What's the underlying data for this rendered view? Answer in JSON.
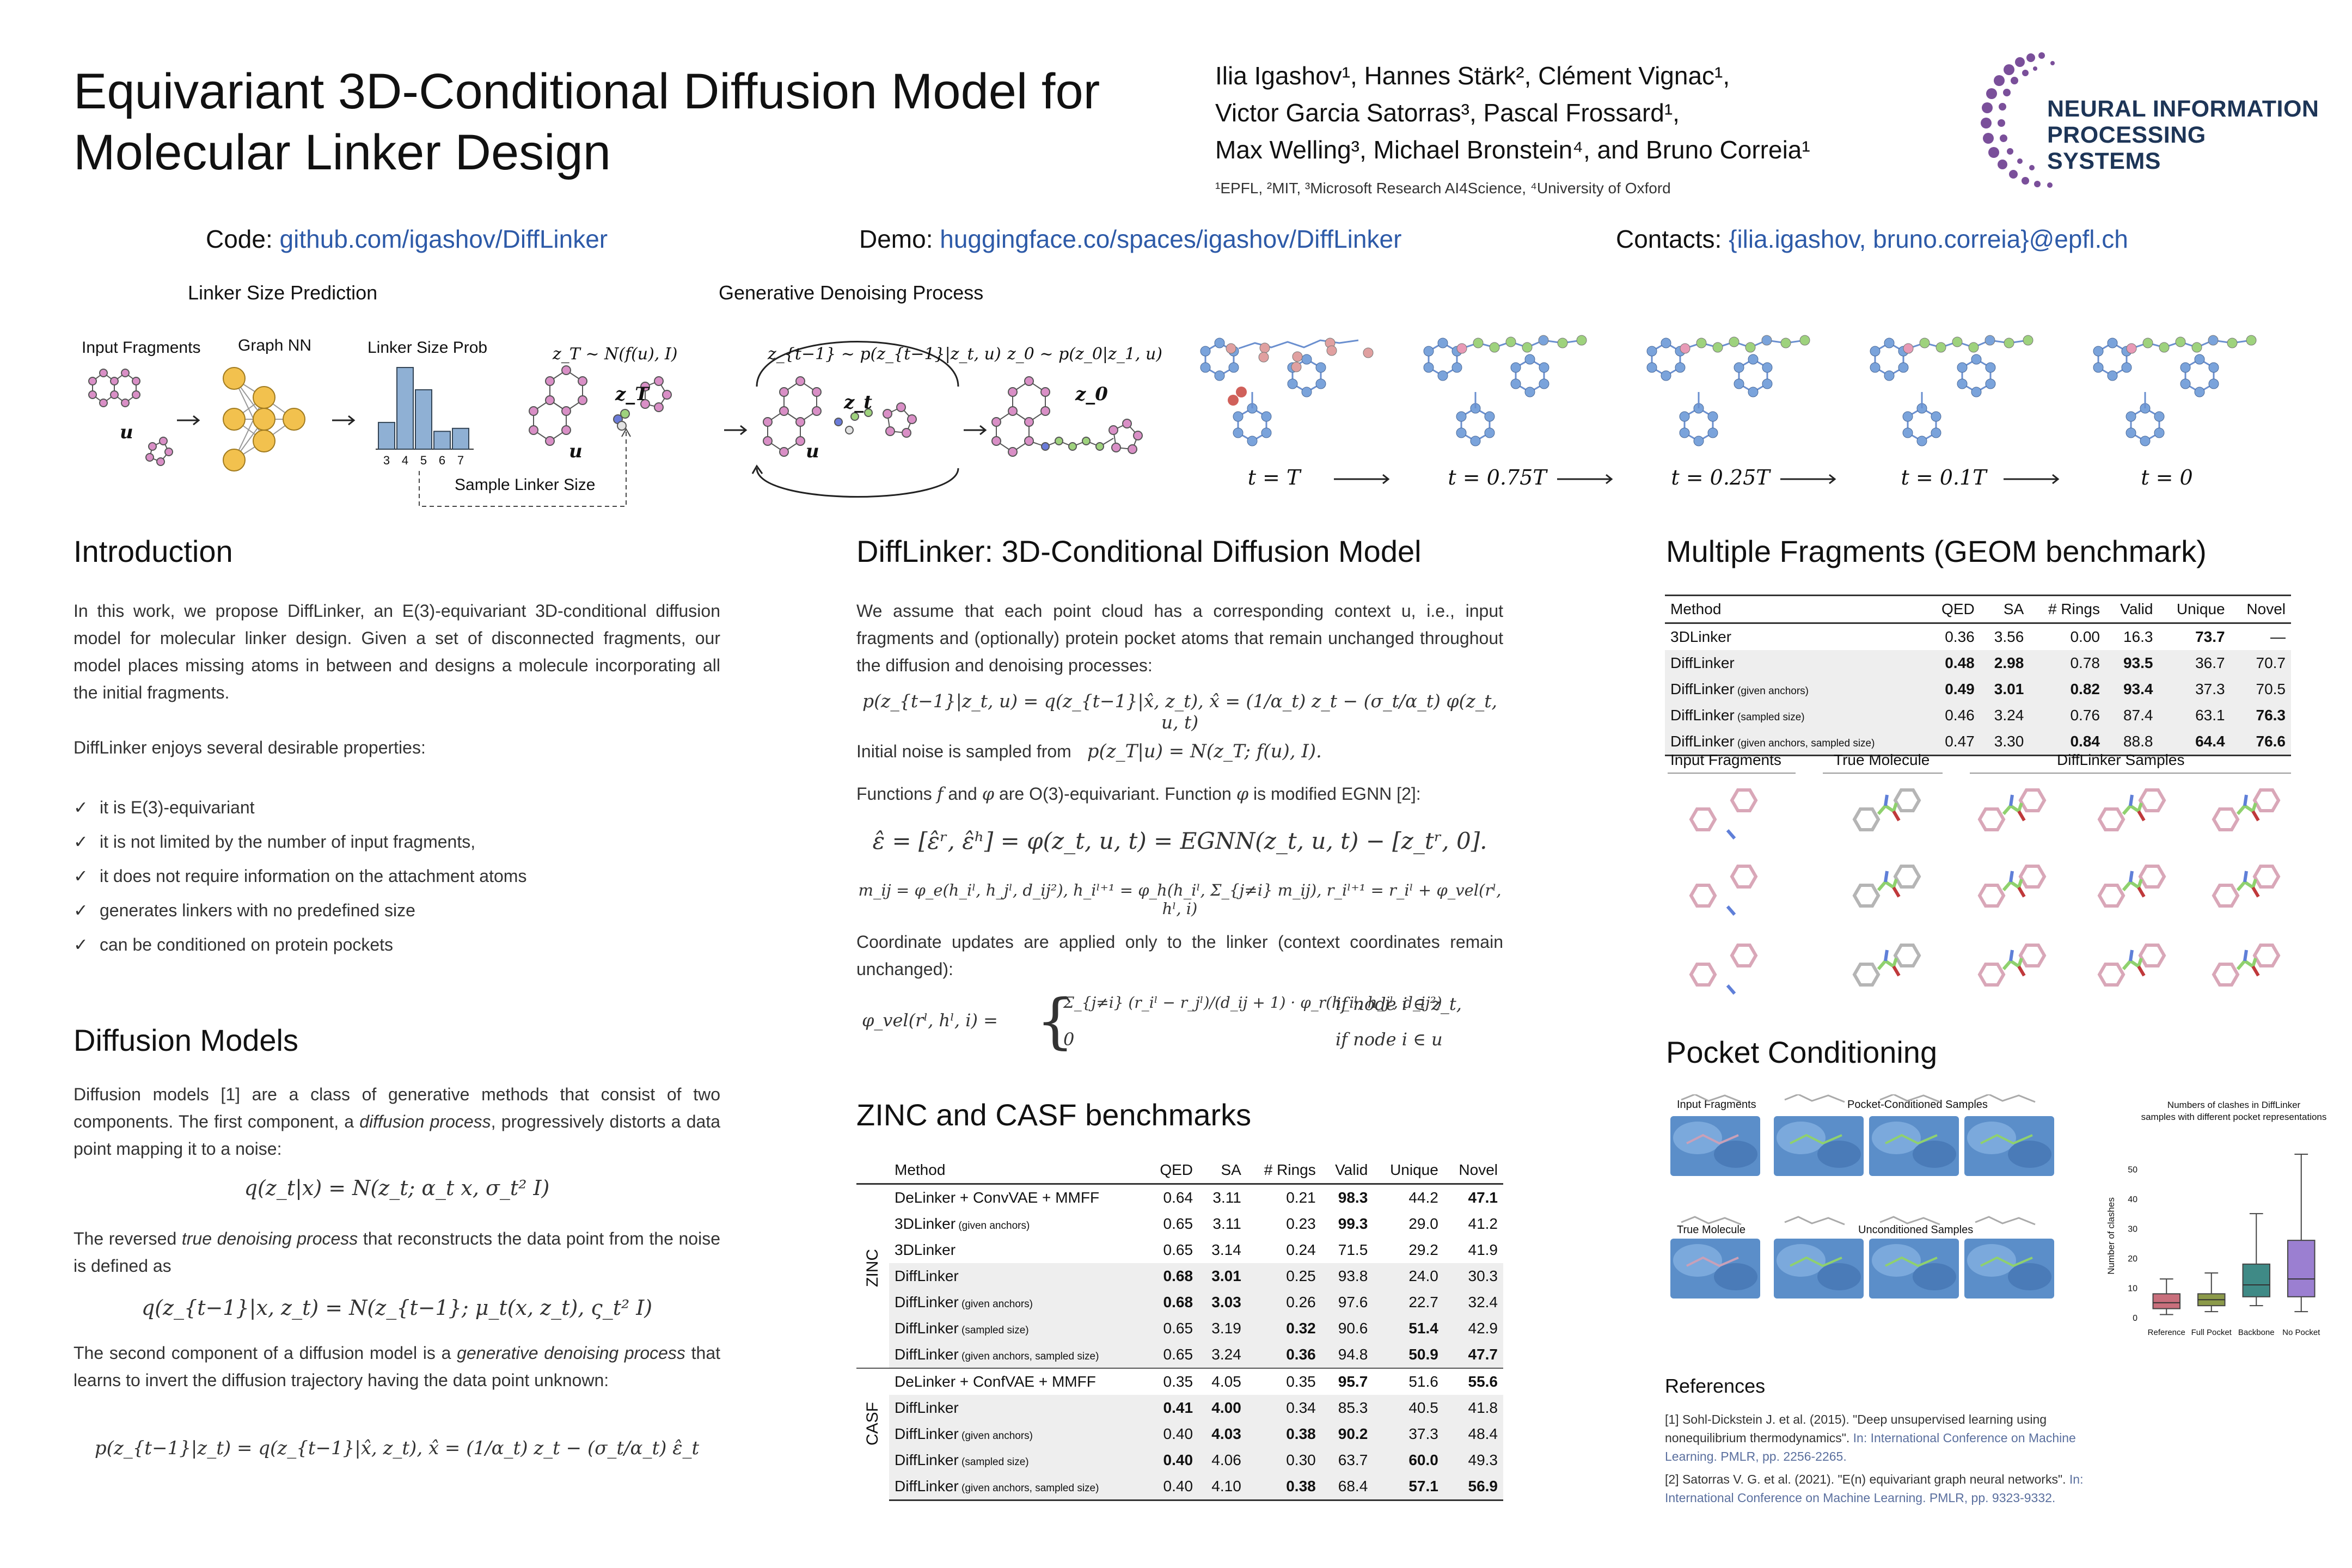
{
  "header": {
    "title_line1": "Equivariant 3D-Conditional Diffusion Model for",
    "title_line2": "Molecular Linker Design",
    "authors_line1": "Ilia Igashov¹, Hannes Stärk², Clément Vignac¹,",
    "authors_line2": "Victor Garcia Satorras³, Pascal Frossard¹,",
    "authors_line3": "Max Welling³, Michael Bronstein⁴, and Bruno Correia¹",
    "affiliations": "¹EPFL, ²MIT, ³Microsoft Research AI4Science, ⁴University of Oxford",
    "logo_line1": "NEURAL INFORMATION",
    "logo_line2": "PROCESSING SYSTEMS"
  },
  "links": {
    "code_label": "Code: ",
    "code_url": "github.com/igashov/DiffLinker",
    "demo_label": "Demo: ",
    "demo_url": "huggingface.co/spaces/igashov/DiffLinker",
    "contacts_label": "Contacts: ",
    "contacts_value": "{ilia.igashov, bruno.correia}@epfl.ch"
  },
  "overview_figure": {
    "size_prediction_title": "Linker Size Prediction",
    "denoising_title": "Generative Denoising Process",
    "input_fragments": "Input Fragments",
    "graph_nn": "Graph NN",
    "linker_size_prob": "Linker Size Prob",
    "sample_linker_size": "Sample Linker Size",
    "histogram_ticks": [
      "3",
      "4",
      "5",
      "6",
      "7"
    ],
    "histogram_values": [
      0.18,
      0.55,
      0.4,
      0.12,
      0.14
    ],
    "eq_zT": "z_T ~ N(f(u), I)",
    "eq_zt1": "z_{t−1} ~ p(z_{t−1}|z_t, u)",
    "eq_z0": "z_0 ~ p(z_0|z_1, u)",
    "lbl_u": "u",
    "lbl_zT": "z_T",
    "lbl_zt": "z_t",
    "lbl_z0": "z_0",
    "timesteps": [
      "t = T",
      "t = 0.75T",
      "t = 0.25T",
      "t = 0.1T",
      "t = 0"
    ]
  },
  "intro": {
    "heading": "Introduction",
    "p1": "In this work, we propose DiffLinker, an E(3)-equivariant 3D-conditional diffusion model for molecular linker design. Given a set of disconnected fragments, our model places missing atoms in between and designs a molecule incorporating all the initial fragments.",
    "p2": "DiffLinker enjoys several desirable properties:",
    "check_mark": "✓",
    "items": [
      "it is E(3)-equivariant",
      "it is not limited by the number of input fragments,",
      "it does not require information on the attachment atoms",
      "generates linkers with no predefined size",
      "can be conditioned on protein pockets"
    ]
  },
  "diffusion": {
    "heading": "Diffusion Models",
    "p1a": "Diffusion models [1] are a class of generative methods that consist of two components. The first component, a ",
    "p1b": "diffusion process",
    "p1c": ", progressively distorts a data point mapping it to a noise:",
    "eq1": "q(z_t|x) = N(z_t; α_t x, σ_t² I)",
    "p2a": "The reversed ",
    "p2b": "true denoising process",
    "p2c": " that reconstructs the data point from the noise is defined as",
    "eq2": "q(z_{t−1}|x, z_t) = N(z_{t−1}; μ_t(x, z_t), ς_t² I)",
    "p3a": "The second component of a diffusion model is a ",
    "p3b": "generative denoising process",
    "p3c": " that learns to invert the diffusion trajectory having the data point unknown:",
    "eq3": "p(z_{t−1}|z_t) = q(z_{t−1}|x̂, z_t),  x̂ = (1/α_t) z_t − (σ_t/α_t) ε̂_t"
  },
  "difflinker": {
    "heading": "DiffLinker: 3D-Conditional Diffusion Model",
    "p1": "We assume that each point cloud has a corresponding context u, i.e., input fragments and (optionally) protein pocket atoms that remain unchanged throughout the diffusion and denoising processes:",
    "eq1": "p(z_{t−1}|z_t, u) = q(z_{t−1}|x̂, z_t),  x̂ = (1/α_t) z_t − (σ_t/α_t) φ(z_t, u, t)",
    "p2": "Initial noise is sampled from",
    "eq2": "p(z_T|u) = N(z_T; f(u), I).",
    "p3a": "Functions",
    "p3f": "f",
    "p3and": "and",
    "p3phi": "φ",
    "p3b": "are O(3)-equivariant. Function",
    "p3c": "is modified EGNN [2]:",
    "eq3": "ε̂ = [ε̂ʳ, ε̂ʰ] = φ(z_t, u, t) = EGNN(z_t, u, t) − [z_tʳ, 0].",
    "eq4": "m_ij = φ_e(h_iˡ, h_jˡ, d_ij²),  h_iˡ⁺¹ = φ_h(h_iˡ, Σ_{j≠i} m_ij),  r_iˡ⁺¹ = r_iˡ + φ_vel(rˡ, hˡ, i)",
    "p4": "Coordinate updates are applied only to the linker (context coordinates remain unchanged):",
    "eq5_lhs": "φ_vel(rˡ, hˡ, i) =",
    "eq5_c1": "Σ_{j≠i} (r_iˡ − r_jˡ)/(d_ij + 1) · φ_r(h_iˡ, h_jˡ, d_ij²)",
    "eq5_c1cond": "if node i ∈ z_t,",
    "eq5_c2": "0",
    "eq5_c2cond": "if node i ∈ u"
  },
  "zinc_casf": {
    "heading": "ZINC and CASF benchmarks",
    "columns": [
      "Method",
      "QED",
      "SA",
      "# Rings",
      "Valid",
      "Unique",
      "Novel"
    ],
    "group_zinc": "ZINC",
    "group_casf": "CASF",
    "zinc_rows": [
      {
        "m": "DeLinker + ConvVAE + MMFF",
        "s": "",
        "v": [
          "0.64",
          "3.11",
          "0.21",
          "98.3",
          "44.2",
          "47.1"
        ],
        "bold": [
          false,
          false,
          false,
          true,
          false,
          true
        ],
        "shade": false
      },
      {
        "m": "3DLinker",
        "s": "(given anchors)",
        "v": [
          "0.65",
          "3.11",
          "0.23",
          "99.3",
          "29.0",
          "41.2"
        ],
        "bold": [
          false,
          false,
          false,
          true,
          false,
          false
        ],
        "shade": false
      },
      {
        "m": "3DLinker",
        "s": "",
        "v": [
          "0.65",
          "3.14",
          "0.24",
          "71.5",
          "29.2",
          "41.9"
        ],
        "bold": [
          false,
          false,
          false,
          false,
          false,
          false
        ],
        "shade": false
      },
      {
        "m": "DiffLinker",
        "s": "",
        "v": [
          "0.68",
          "3.01",
          "0.25",
          "93.8",
          "24.0",
          "30.3"
        ],
        "bold": [
          true,
          true,
          false,
          false,
          false,
          false
        ],
        "shade": true
      },
      {
        "m": "DiffLinker",
        "s": "(given anchors)",
        "v": [
          "0.68",
          "3.03",
          "0.26",
          "97.6",
          "22.7",
          "32.4"
        ],
        "bold": [
          true,
          true,
          false,
          false,
          false,
          false
        ],
        "shade": true
      },
      {
        "m": "DiffLinker",
        "s": "(sampled size)",
        "v": [
          "0.65",
          "3.19",
          "0.32",
          "90.6",
          "51.4",
          "42.9"
        ],
        "bold": [
          false,
          false,
          true,
          false,
          true,
          false
        ],
        "shade": true
      },
      {
        "m": "DiffLinker",
        "s": "(given anchors, sampled size)",
        "v": [
          "0.65",
          "3.24",
          "0.36",
          "94.8",
          "50.9",
          "47.7"
        ],
        "bold": [
          false,
          false,
          true,
          false,
          true,
          true
        ],
        "shade": true
      }
    ],
    "casf_rows": [
      {
        "m": "DeLinker + ConfVAE + MMFF",
        "s": "",
        "v": [
          "0.35",
          "4.05",
          "0.35",
          "95.7",
          "51.6",
          "55.6"
        ],
        "bold": [
          false,
          false,
          false,
          true,
          false,
          true
        ],
        "shade": false
      },
      {
        "m": "DiffLinker",
        "s": "",
        "v": [
          "0.41",
          "4.00",
          "0.34",
          "85.3",
          "40.5",
          "41.8"
        ],
        "bold": [
          true,
          true,
          false,
          false,
          false,
          false
        ],
        "shade": true
      },
      {
        "m": "DiffLinker",
        "s": "(given anchors)",
        "v": [
          "0.40",
          "4.03",
          "0.38",
          "90.2",
          "37.3",
          "48.4"
        ],
        "bold": [
          false,
          true,
          true,
          true,
          false,
          false
        ],
        "shade": true
      },
      {
        "m": "DiffLinker",
        "s": "(sampled size)",
        "v": [
          "0.40",
          "4.06",
          "0.30",
          "63.7",
          "60.0",
          "49.3"
        ],
        "bold": [
          true,
          false,
          false,
          false,
          true,
          false
        ],
        "shade": true
      },
      {
        "m": "DiffLinker",
        "s": "(given anchors, sampled size)",
        "v": [
          "0.40",
          "4.10",
          "0.38",
          "68.4",
          "57.1",
          "56.9"
        ],
        "bold": [
          false,
          false,
          true,
          false,
          true,
          true
        ],
        "shade": true
      }
    ]
  },
  "geom": {
    "heading": "Multiple Fragments (GEOM benchmark)",
    "columns": [
      "Method",
      "QED",
      "SA",
      "# Rings",
      "Valid",
      "Unique",
      "Novel"
    ],
    "rows": [
      {
        "m": "3DLinker",
        "s": "",
        "v": [
          "0.36",
          "3.56",
          "0.00",
          "16.3",
          "73.7",
          "—"
        ],
        "bold": [
          false,
          false,
          false,
          false,
          true,
          false
        ],
        "shade": false
      },
      {
        "m": "DiffLinker",
        "s": "",
        "v": [
          "0.48",
          "2.98",
          "0.78",
          "93.5",
          "36.7",
          "70.7"
        ],
        "bold": [
          true,
          true,
          false,
          true,
          false,
          false
        ],
        "shade": true
      },
      {
        "m": "DiffLinker",
        "s": "(given anchors)",
        "v": [
          "0.49",
          "3.01",
          "0.82",
          "93.4",
          "37.3",
          "70.5"
        ],
        "bold": [
          true,
          true,
          true,
          true,
          false,
          false
        ],
        "shade": true
      },
      {
        "m": "DiffLinker",
        "s": "(sampled size)",
        "v": [
          "0.46",
          "3.24",
          "0.76",
          "87.4",
          "63.1",
          "76.3"
        ],
        "bold": [
          false,
          false,
          false,
          false,
          false,
          true
        ],
        "shade": true
      },
      {
        "m": "DiffLinker",
        "s": "(given anchors, sampled size)",
        "v": [
          "0.47",
          "3.30",
          "0.84",
          "88.8",
          "64.4",
          "76.6"
        ],
        "bold": [
          false,
          false,
          true,
          false,
          true,
          true
        ],
        "shade": true
      }
    ],
    "fig_input": "Input Fragments",
    "fig_true": "True Molecule",
    "fig_samples": "DiffLinker Samples"
  },
  "pocket": {
    "heading": "Pocket Conditioning",
    "lbl_input": "Input Fragments",
    "lbl_pocket_samples": "Pocket-Conditioned Samples",
    "lbl_true": "True Molecule",
    "lbl_uncond": "Unconditioned Samples",
    "chart_data": {
      "type": "box",
      "title": "Numbers of clashes in DiffLinker samples with different pocket representations",
      "ylabel": "Number of clashes",
      "ylim": [
        0,
        55
      ],
      "yticks": [
        0,
        10,
        20,
        30,
        40,
        50
      ],
      "categories": [
        "Reference",
        "Full Pocket",
        "Backbone",
        "No Pocket"
      ],
      "colors": [
        "#c96f7c",
        "#8c9a4a",
        "#3f8a86",
        "#9b7fd1"
      ],
      "boxes": [
        {
          "min": 1,
          "q1": 3,
          "median": 5,
          "q3": 8,
          "max": 13
        },
        {
          "min": 2,
          "q1": 4,
          "median": 6,
          "q3": 8,
          "max": 15
        },
        {
          "min": 4,
          "q1": 7,
          "median": 11,
          "q3": 18,
          "max": 35
        },
        {
          "min": 2,
          "q1": 7,
          "median": 13,
          "q3": 26,
          "max": 55
        }
      ]
    }
  },
  "references": {
    "heading": "References",
    "r1_main": "[1] Sohl-Dickstein J. et al. (2015). \"Deep unsupervised learning using nonequilibrium thermodynamics\".",
    "r1_venue": " In: International Conference on Machine Learning. PMLR, pp. 2256-2265.",
    "r2_main": "[2] Satorras V. G. et al. (2021). \"E(n) equivariant graph neural networks\".",
    "r2_venue": " In: International Conference on Machine Learning. PMLR, pp. 9323-9332."
  }
}
